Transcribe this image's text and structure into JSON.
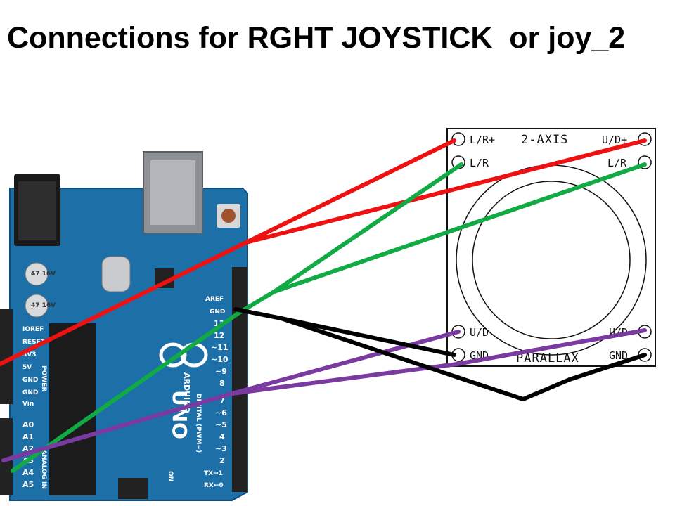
{
  "title": "Connections for RGHT JOYSTICK  or joy_2",
  "arduino": {
    "name": "ARDUINO",
    "model": "UNO",
    "power_labels": [
      "IOREF",
      "RESET",
      "3V3",
      "5V",
      "GND",
      "GND",
      "Vin"
    ],
    "power_header": "POWER",
    "analog_labels": [
      "A0",
      "A1",
      "A2",
      "A3",
      "A4",
      "A5"
    ],
    "analog_header": "ANALOG IN",
    "digital_labels": [
      "AREF",
      "GND",
      "13",
      "12",
      "~11",
      "~10",
      "~9",
      "8",
      "7",
      "~6",
      "~5",
      "4",
      "~3",
      "2",
      "TX→1",
      "RX←0"
    ],
    "digital_header": "DIGITAL (PWM~)",
    "on_label": "ON",
    "cap1": "47 16V",
    "cap2": "47 16V"
  },
  "joystick": {
    "center_label": "2-AXIS",
    "brand": "PARALLAX",
    "pins": {
      "top_left_1": "L/R+",
      "top_left_2": "L/R",
      "top_right_1": "U/D+",
      "top_right_2": "L/R",
      "bottom_left_1": "U/D",
      "bottom_left_2": "GND",
      "bottom_right_1": "U/D",
      "bottom_right_2": "GND"
    }
  },
  "wires": [
    {
      "name": "red-wire-5v-to-lr-plus",
      "color": "#ee1111"
    },
    {
      "name": "red-wire-to-ud-plus",
      "color": "#ee1111"
    },
    {
      "name": "green-wire-a5-to-lr",
      "color": "#11aa44"
    },
    {
      "name": "green-wire-to-right-lr",
      "color": "#11aa44"
    },
    {
      "name": "purple-wire-a4-to-ud",
      "color": "#7a3aa0"
    },
    {
      "name": "purple-wire-to-right-ud",
      "color": "#7a3aa0"
    },
    {
      "name": "black-wire-gnd",
      "color": "#000000"
    }
  ]
}
